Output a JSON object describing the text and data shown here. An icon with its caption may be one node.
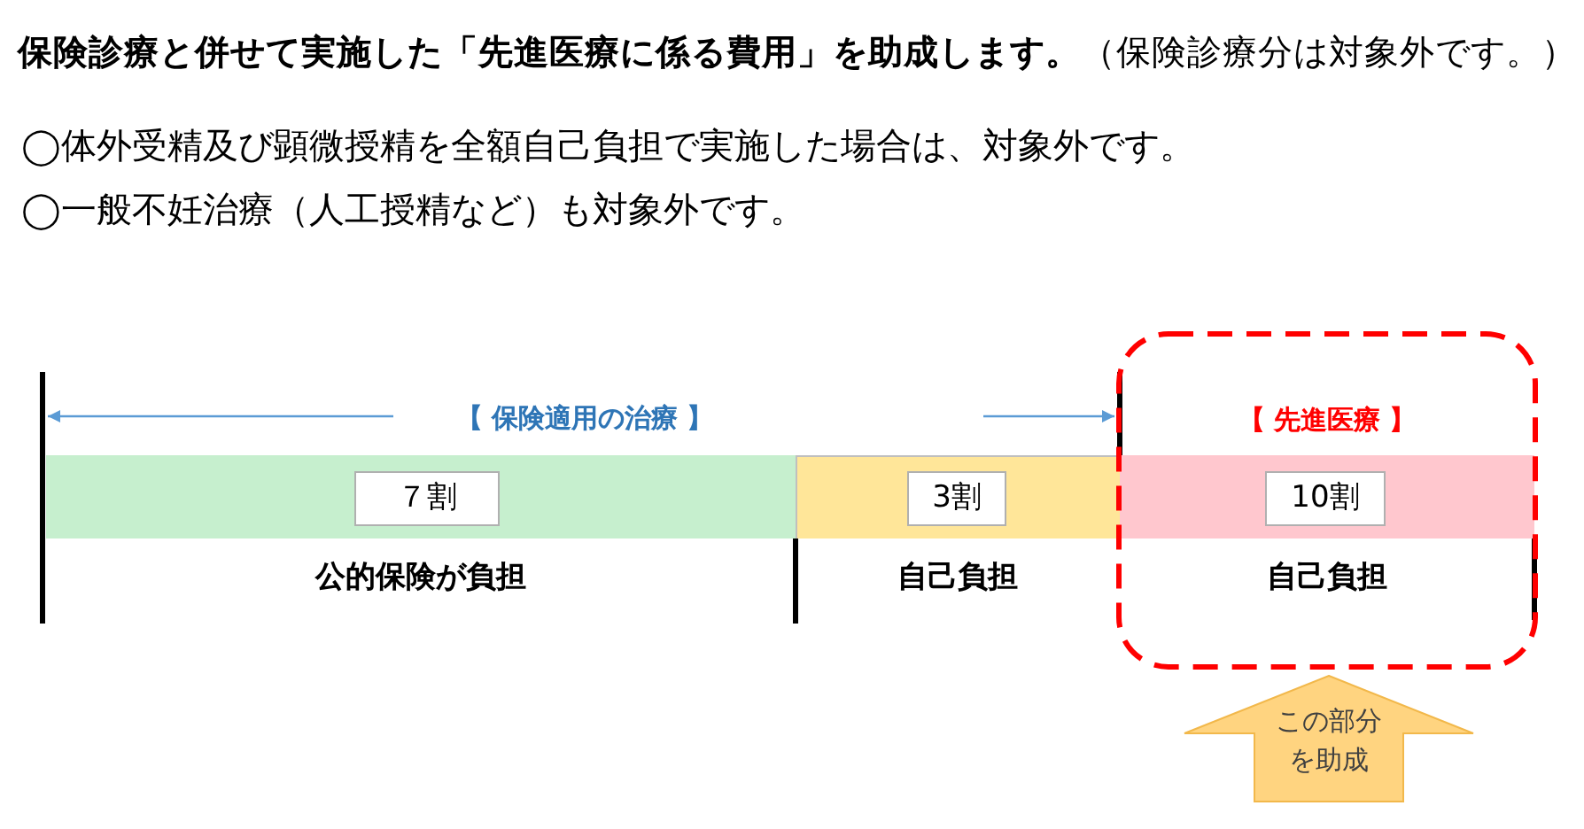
{
  "diagram": {
    "title": "**保険診療と併せて実施した「先進医療に係る費用」を助成します。**（保険診療分は対象外です。）",
    "nodes": [
      {
        "text": [],
        "shape": "bar",
        "beside": [
          "公的保険が負担"
        ]
      },
      {
        "text": [
          "７割"
        ],
        "in": 0
      },
      {
        "text": [],
        "shape": "bar",
        "beside": [
          "自己負担"
        ]
      },
      {
        "text": [
          "3割"
        ],
        "in": 2
      },
      {
        "text": [
          "【 先進医療 】"
        ]
      },
      {
        "text": [],
        "shape": "bar",
        "beside": [
          "自己負担"
        ],
        "in": 4
      },
      {
        "text": [
          "10割"
        ],
        "in": 5
      },
      {
        "text": [
          "この部分を助成"
        ]
      }
    ],
    "labels": [
      "◯体外受精及び顕微授精を全額自己負担で実施した場合は、対象外です。",
      "◯一般不妊治療（人工授精など）も対象外です。",
      "【 保険適用の治療 】"
    ]
  }
}
